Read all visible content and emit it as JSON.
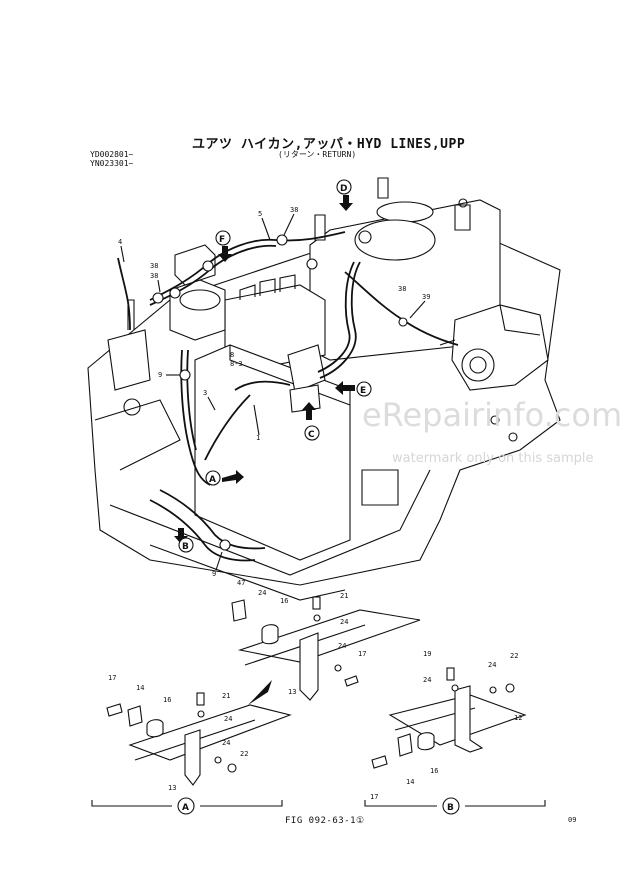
{
  "header": {
    "title": "ユアツ ハイカン,アッパ・HYD LINES,UPP",
    "subtitle": "(リターン・RETURN)",
    "serials": [
      "YD002801~",
      "YN023301~"
    ]
  },
  "watermark": {
    "site": "eRepairinfo.com",
    "note": "watermark only on this sample"
  },
  "callouts": {
    "arrows": [
      "A",
      "B",
      "C",
      "D",
      "E",
      "F"
    ],
    "detail_views": [
      "A",
      "B"
    ]
  },
  "part_numbers": {
    "main": [
      "5",
      "38",
      "4",
      "38",
      "38",
      "8",
      "8-3",
      "3",
      "9",
      "1",
      "9",
      "39"
    ],
    "detail_top": [
      "47",
      "24",
      "16",
      "21",
      "24",
      "24",
      "17",
      "13"
    ],
    "detail_a": [
      "17",
      "14",
      "16",
      "21",
      "24",
      "24",
      "22",
      "13"
    ],
    "detail_b": [
      "19",
      "24",
      "24",
      "22",
      "12",
      "17",
      "14",
      "16"
    ]
  },
  "footer": {
    "figure": "FIG 092-63-1①",
    "page": "09"
  }
}
